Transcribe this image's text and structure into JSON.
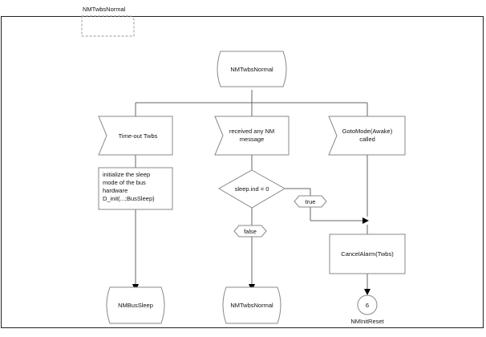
{
  "diagram": {
    "title": "NMTwbsNormal",
    "start_state": "NMTwbsNormal",
    "inputs": {
      "timeout": "Time-out Twbs",
      "received": [
        "received  any NM",
        "message"
      ],
      "gotomode": [
        "GotoMode(Awake)",
        "called"
      ]
    },
    "task_init": [
      "initialize the sleep",
      "mode of the bus",
      "hardware",
      "D_init(...;BusSleep)"
    ],
    "decision": "sleep.ind = 0",
    "branch_true": "true",
    "branch_false": "false",
    "task_cancel": "CancelAlarm(Twbs)",
    "end_states": {
      "bus_sleep": "NMBusSleep",
      "twbs_normal": "NMTwbsNormal"
    },
    "connector": {
      "number": "6",
      "label": "NMInitReset"
    }
  }
}
